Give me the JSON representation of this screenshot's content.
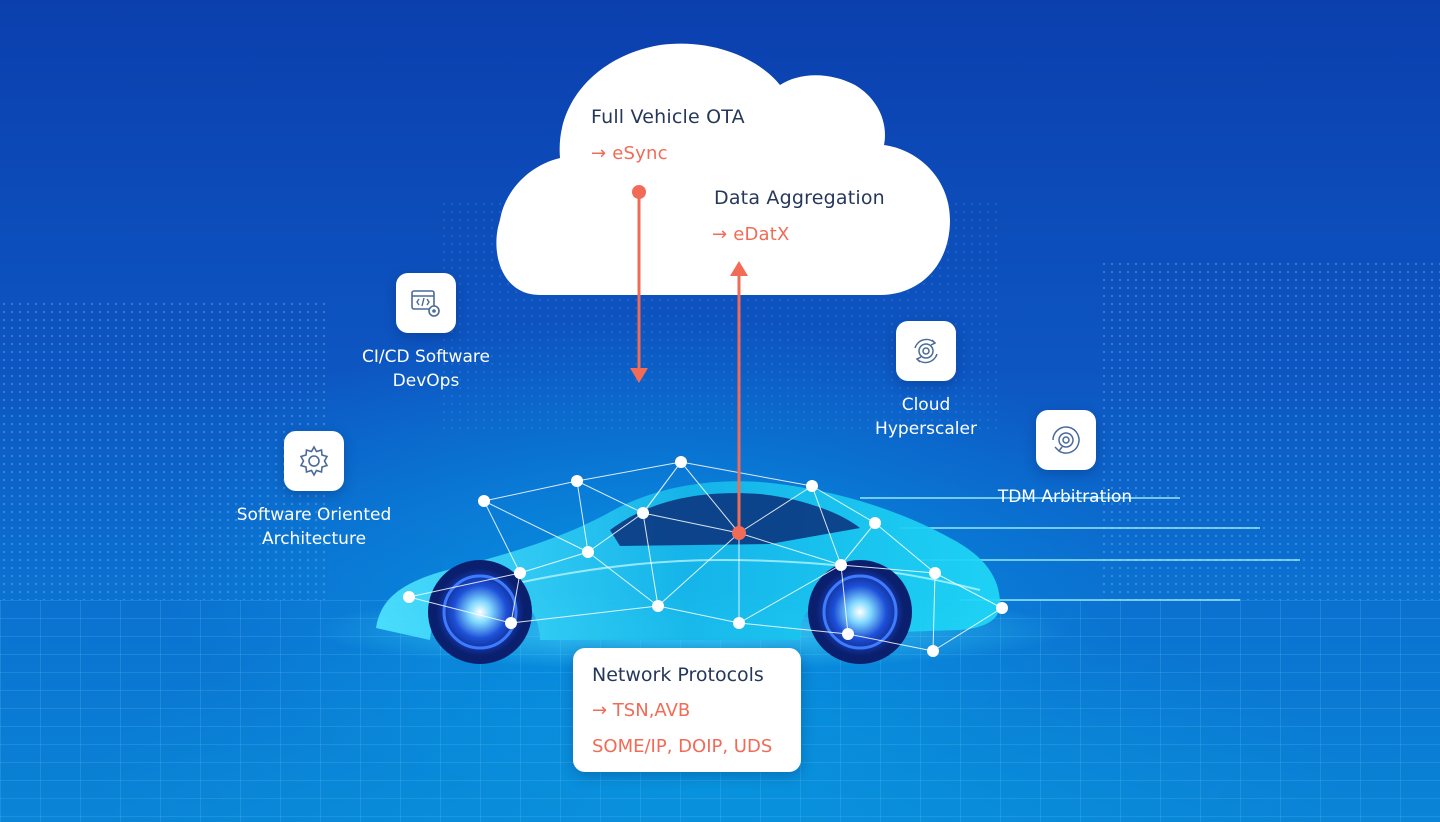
{
  "cloud": {
    "ota_title": "Full Vehicle OTA",
    "ota_product": "→ eSync",
    "agg_title": "Data Aggregation",
    "agg_product": "→ eDatX"
  },
  "features": [
    {
      "label_line1": "CI/CD Software",
      "label_line2": "DevOps",
      "icon": "code-settings-icon"
    },
    {
      "label_line1": "Software Oriented",
      "label_line2": "Architecture",
      "icon": "gear-icon"
    },
    {
      "label_line1": "Cloud",
      "label_line2": "Hyperscaler",
      "icon": "cloud-sync-gear-icon"
    },
    {
      "label_line1": "TDM Arbitration",
      "label_line2": "",
      "icon": "arbitration-gear-icon"
    }
  ],
  "network": {
    "title": "Network Protocols",
    "line1": "→ TSN,AVB",
    "line2": "SOME/IP, DOIP, UDS"
  },
  "colors": {
    "background": "#0b56c2",
    "accent": "#f26b57",
    "text_dark": "#263859",
    "car": "#19c6f0"
  }
}
